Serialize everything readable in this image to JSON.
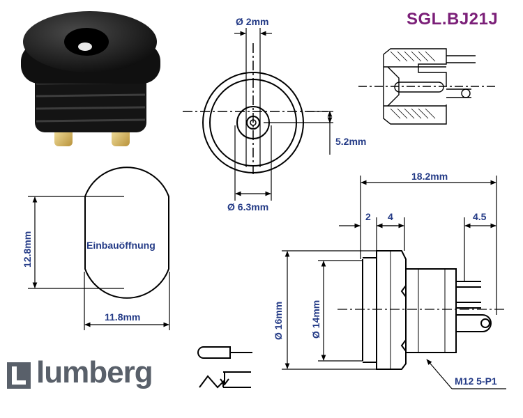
{
  "header": {
    "part_number": "SGL.BJ21J"
  },
  "brand": {
    "name": "lumberg",
    "logo_icon": "lumberg-logo-icon"
  },
  "colors": {
    "title": "#7b1f78",
    "dimension_text": "#233a86",
    "brand_text": "#59606a",
    "line": "#000000"
  },
  "front_view": {
    "pin_diameter": "Ø 2mm",
    "offset": "5.2mm",
    "bore_diameter": "Ø 6.3mm"
  },
  "panel_cutout": {
    "label": "Einbauöffnung",
    "height": "12.8mm",
    "width": "11.8mm"
  },
  "side_view": {
    "total_length": "18.2mm",
    "flange": "2",
    "nut": "4",
    "tabs": "4.5",
    "outer_diameter": "Ø 16mm",
    "thread_diameter": "Ø 14mm",
    "thread_spec": "M12 5-P1"
  }
}
